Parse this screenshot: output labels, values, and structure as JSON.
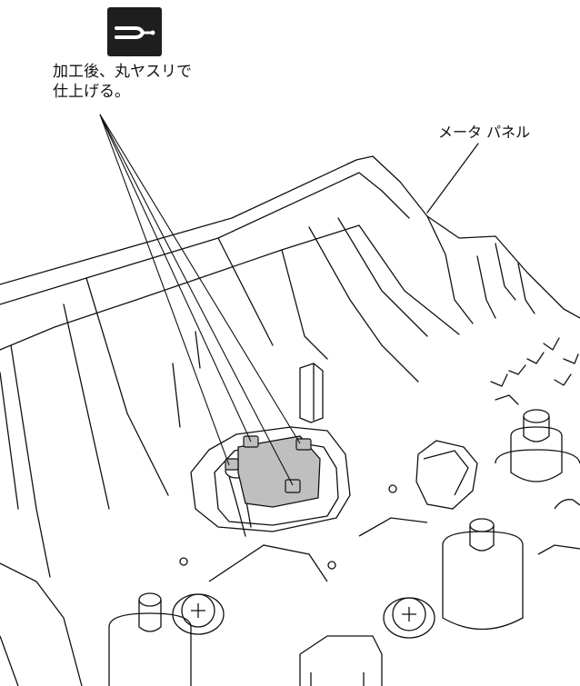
{
  "tool_icon": {
    "name": "round-file-icon",
    "color": "#1e1e1e"
  },
  "instruction": {
    "line1": "加工後、丸ヤスリで",
    "line2": "仕上げる。"
  },
  "part_label": "メータ パネル",
  "colors": {
    "line": "#111111",
    "highlight_fill": "#bfbfbf",
    "background": "#ffffff"
  }
}
